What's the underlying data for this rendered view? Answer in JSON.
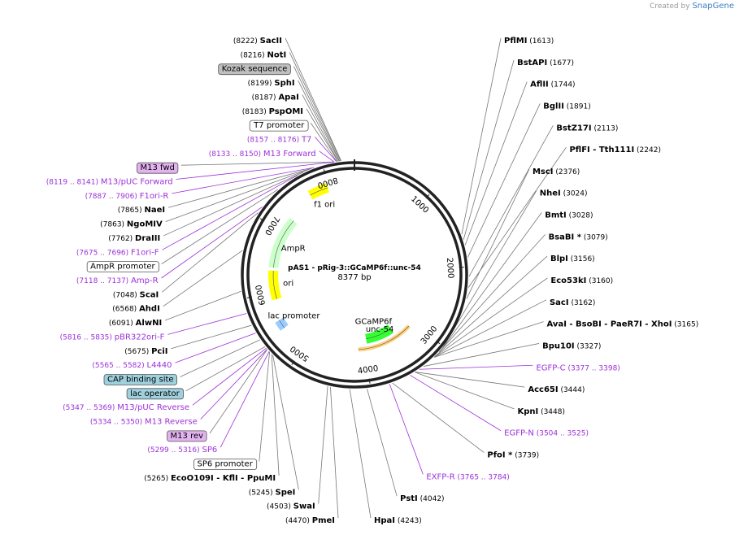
{
  "credit": {
    "prefix": "Created by",
    "brand": "SnapGene"
  },
  "plasmid": {
    "name": "pAS1 - pRig-3::GCaMP6f::unc-54",
    "length_label": "8377 bp",
    "length": 8377
  },
  "ticks": [
    "1000",
    "2000",
    "3000",
    "4000",
    "5000",
    "6000",
    "7000",
    "8000"
  ],
  "enzymes": [
    {
      "pos": "(8222)",
      "name": "SacII",
      "site": 8222
    },
    {
      "pos": "(8216)",
      "name": "NotI",
      "site": 8216
    },
    {
      "pos": "(8199)",
      "name": "SphI",
      "site": 8199
    },
    {
      "pos": "(8187)",
      "name": "ApaI",
      "site": 8187
    },
    {
      "pos": "(8183)",
      "name": "PspOMI",
      "site": 8183
    },
    {
      "pos": "(7865)",
      "name": "NaeI",
      "site": 7865
    },
    {
      "pos": "(7863)",
      "name": "NgoMIV",
      "site": 7863
    },
    {
      "pos": "(7762)",
      "name": "DraIII",
      "site": 7762
    },
    {
      "pos": "(7048)",
      "name": "ScaI",
      "site": 7048
    },
    {
      "pos": "(6568)",
      "name": "AhdI",
      "site": 6568
    },
    {
      "pos": "(6091)",
      "name": "AlwNI",
      "site": 6091
    },
    {
      "pos": "(5675)",
      "name": "PciI",
      "site": 5675
    },
    {
      "pos": "(5265)",
      "name": "EcoO109I  - KflI  - PpuMI",
      "site": 5265
    },
    {
      "pos": "(5245)",
      "name": "SpeI",
      "site": 5245
    },
    {
      "pos": "(4503)",
      "name": "SwaI",
      "site": 4503
    },
    {
      "pos": "(4470)",
      "name": "PmeI",
      "site": 4470
    },
    {
      "pos": "(4243)",
      "name": "HpaI",
      "site": 4243
    },
    {
      "pos": "(4042)",
      "name": "PstI",
      "site": 4042
    },
    {
      "pos": "(3739)",
      "name": "PfoI *",
      "site": 3739
    },
    {
      "pos": "(3448)",
      "name": "KpnI",
      "site": 3448
    },
    {
      "pos": "(3444)",
      "name": "Acc65I",
      "site": 3444
    },
    {
      "pos": "(3327)",
      "name": "Bpu10I",
      "site": 3327
    },
    {
      "pos": "(3165)",
      "name": "AvaI  - BsoBI  - PaeR7I  - XhoI",
      "site": 3165
    },
    {
      "pos": "(3162)",
      "name": "SacI",
      "site": 3162
    },
    {
      "pos": "(3160)",
      "name": "Eco53kI",
      "site": 3160
    },
    {
      "pos": "(3156)",
      "name": "BlpI",
      "site": 3156
    },
    {
      "pos": "(3079)",
      "name": "BsaBI *",
      "site": 3079
    },
    {
      "pos": "(3028)",
      "name": "BmtI",
      "site": 3028
    },
    {
      "pos": "(3024)",
      "name": "NheI",
      "site": 3024
    },
    {
      "pos": "(2376)",
      "name": "MscI",
      "site": 2376
    },
    {
      "pos": "(2242)",
      "name": "PflFI  - Tth111I",
      "site": 2242
    },
    {
      "pos": "(2113)",
      "name": "BstZ17I",
      "site": 2113
    },
    {
      "pos": "(1891)",
      "name": "BglII",
      "site": 1891
    },
    {
      "pos": "(1744)",
      "name": "AflII",
      "site": 1744
    },
    {
      "pos": "(1677)",
      "name": "BstAPI",
      "site": 1677
    },
    {
      "pos": "(1613)",
      "name": "PflMI",
      "site": 1613
    }
  ],
  "primers": [
    {
      "pos": "(8157 .. 8176)",
      "name": "T7",
      "site": 8166
    },
    {
      "pos": "(8133 .. 8150)",
      "name": "M13 Forward",
      "site": 8141
    },
    {
      "pos": "(8119 .. 8141)",
      "name": "M13/pUC Forward",
      "site": 8130
    },
    {
      "pos": "(7887 .. 7906)",
      "name": "F1ori-R",
      "site": 7896
    },
    {
      "pos": "(7675 .. 7696)",
      "name": "F1ori-F",
      "site": 7685
    },
    {
      "pos": "(7118 .. 7137)",
      "name": "Amp-R",
      "site": 7127
    },
    {
      "pos": "(5816 .. 5835)",
      "name": "pBR322ori-F",
      "site": 5825
    },
    {
      "pos": "(5565 .. 5582)",
      "name": "L4440",
      "site": 5573
    },
    {
      "pos": "(5347 .. 5369)",
      "name": "M13/pUC Reverse",
      "site": 5358
    },
    {
      "pos": "(5334 .. 5350)",
      "name": "M13 Reverse",
      "site": 5342
    },
    {
      "pos": "(5299 .. 5316)",
      "name": "SP6",
      "site": 5307
    },
    {
      "pos": "(3377 .. 3398)",
      "name": "EGFP-C",
      "site": 3387
    },
    {
      "pos": "(3504 .. 3525)",
      "name": "EGFP-N",
      "site": 3514
    },
    {
      "pos": "(3765 .. 3784)",
      "name": "EXFP-R",
      "site": 3774
    }
  ],
  "boxed_features": [
    {
      "name": "Kozak sequence",
      "site": 8205,
      "fill": "#bfbfbf"
    },
    {
      "name": "T7 promoter",
      "site": 8170,
      "fill": "#ffffff"
    },
    {
      "name": "M13 fwd",
      "site": 8141,
      "fill": "#e3b3f0"
    },
    {
      "name": "AmpR promoter",
      "site": 7400,
      "fill": "#ffffff"
    },
    {
      "name": "CAP binding site",
      "site": 5480,
      "fill": "#9fd0de"
    },
    {
      "name": "lac operator",
      "site": 5380,
      "fill": "#9fd0de"
    },
    {
      "name": "M13 rev",
      "site": 5340,
      "fill": "#e3b3f0"
    },
    {
      "name": "SP6 promoter",
      "site": 5300,
      "fill": "#ffffff"
    }
  ],
  "map_features": [
    {
      "name": "f1 ori",
      "from": 7700,
      "to": 7980,
      "color": "#ffff00",
      "strand": -1
    },
    {
      "name": "AmpR",
      "from": 6400,
      "to": 7250,
      "color": "#ccffcc",
      "strand": -1
    },
    {
      "name": "ori",
      "from": 5880,
      "to": 6350,
      "color": "#ffff00",
      "strand": -1
    },
    {
      "name": "lac promoter",
      "from": 5420,
      "to": 5560,
      "color": "#99ccff",
      "strand": -1
    },
    {
      "name": "GCaMP6f",
      "from": 3400,
      "to": 3950,
      "color": "#33ff33",
      "strand": -1
    },
    {
      "name": "unc-54",
      "from": 3100,
      "to": 4120,
      "color": "#ffd27f",
      "strand": -1
    }
  ],
  "colors": {
    "primer": "#9b30d9",
    "backbone": "#222222"
  }
}
